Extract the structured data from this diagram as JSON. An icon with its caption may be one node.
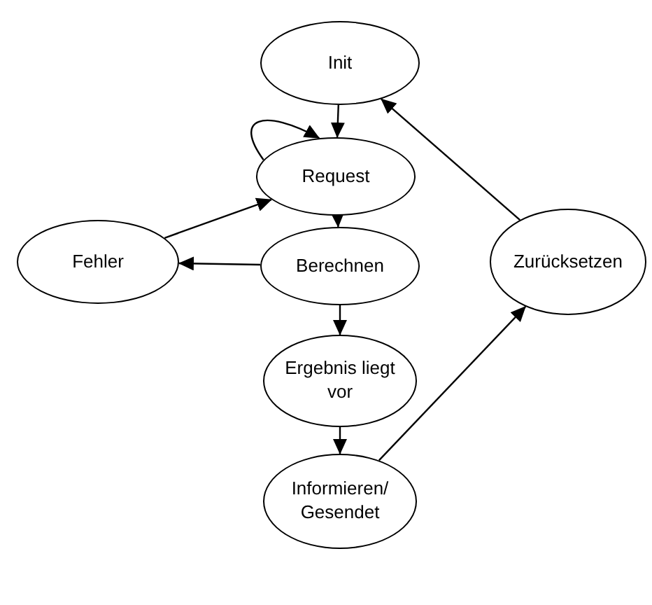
{
  "diagram": {
    "nodes": [
      {
        "text": [
          "Init"
        ]
      },
      {
        "text": [
          "Request"
        ]
      },
      {
        "text": [
          "Fehler"
        ]
      },
      {
        "text": [
          "Berechnen"
        ]
      },
      {
        "text": [
          "Ergebnis liegt vor"
        ]
      },
      {
        "text": [
          "Informieren/ Gesendet"
        ]
      },
      {
        "text": [
          "Zurücksetzen"
        ]
      }
    ],
    "edges": [
      {
        "from": 0,
        "to": 1,
        "arrow": "to"
      },
      {
        "from": 1,
        "to": 1,
        "arrow": "to"
      },
      {
        "from": 2,
        "to": 1,
        "arrow": "to"
      },
      {
        "from": 1,
        "to": 3,
        "arrow": "to"
      },
      {
        "from": 3,
        "to": 2,
        "arrow": "to"
      },
      {
        "from": 3,
        "to": 4,
        "arrow": "to"
      },
      {
        "from": 4,
        "to": 5,
        "arrow": "to"
      },
      {
        "from": 5,
        "to": 6,
        "arrow": "to"
      },
      {
        "from": 6,
        "to": 0,
        "arrow": "to"
      }
    ]
  }
}
